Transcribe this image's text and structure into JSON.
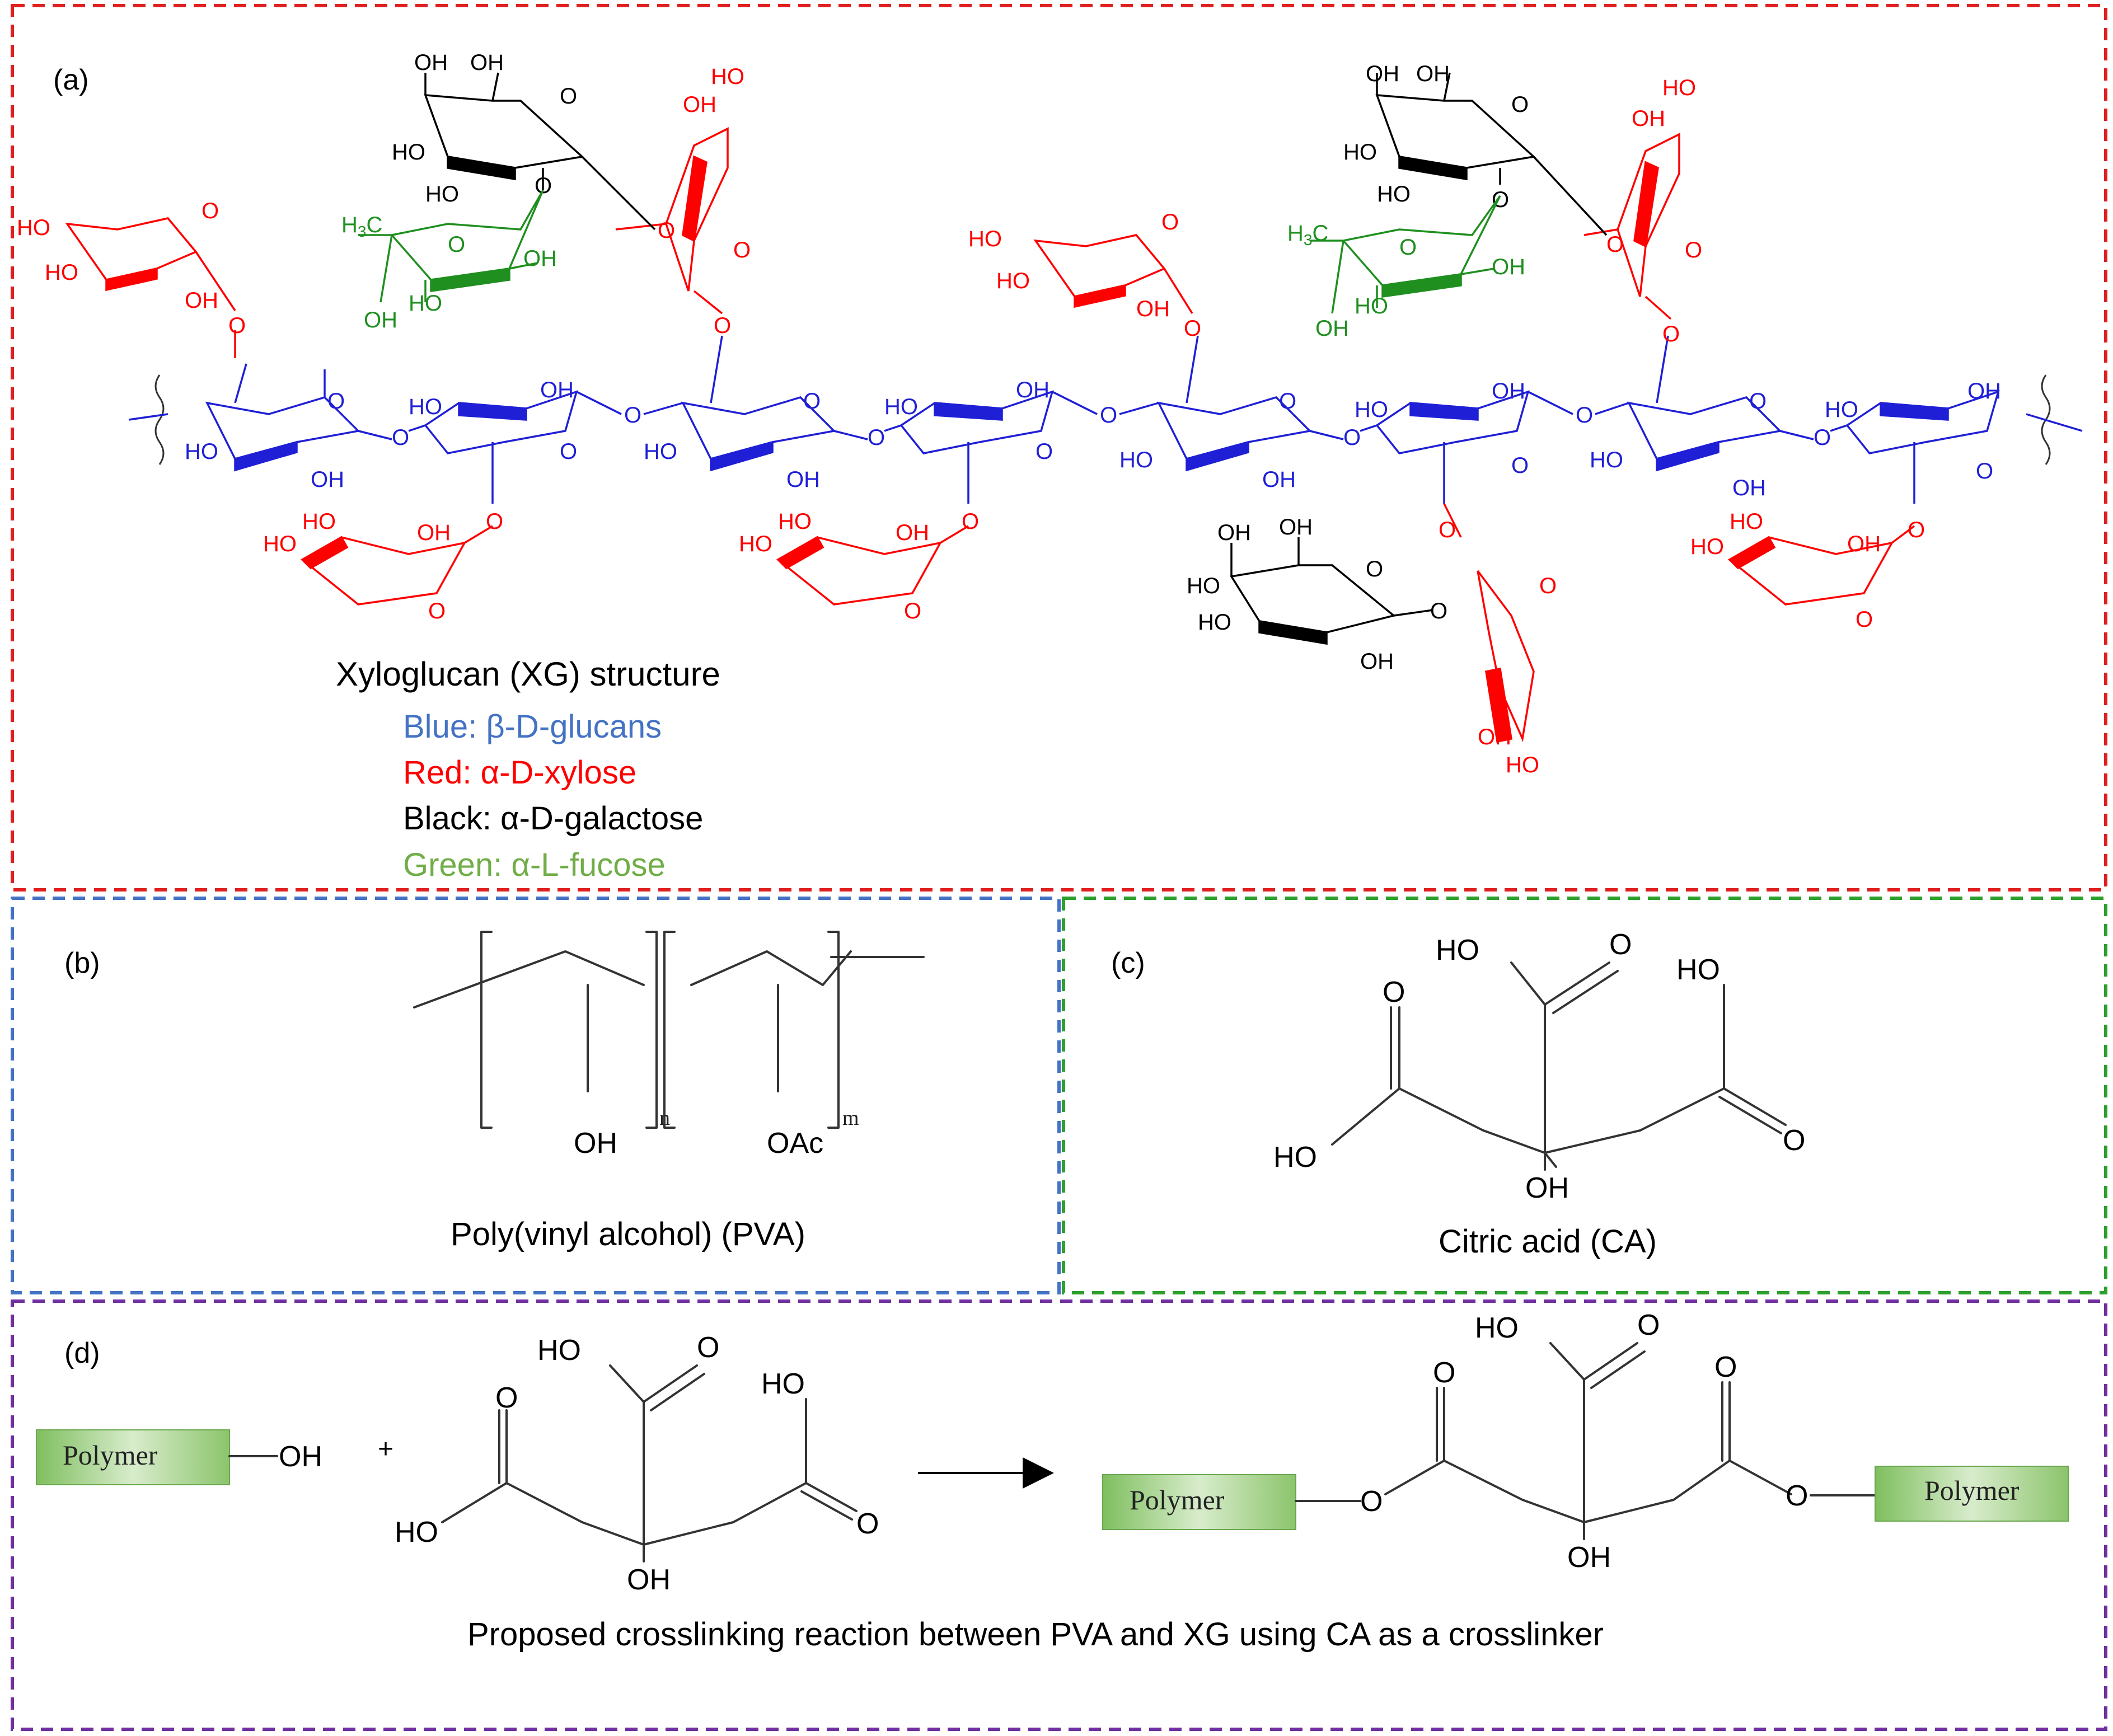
{
  "panels": {
    "a": {
      "label": "(a)",
      "legend_title": "Xyloglucan (XG) structure",
      "legend": [
        {
          "text": "Blue: β-D-glucans",
          "color": "#4472c4"
        },
        {
          "text": "Red: α-D-xylose",
          "color": "#ff0000"
        },
        {
          "text": "Black: α-D-galactose",
          "color": "#000000"
        },
        {
          "text": "Green: α-L-fucose",
          "color": "#70ad47"
        }
      ],
      "border_color": "#e02020"
    },
    "b": {
      "label": "(b)",
      "caption": "Poly(vinyl alcohol) (PVA)",
      "oh": "OH",
      "oac": "OAc",
      "n": "n",
      "m": "m",
      "border_color": "#4472c4"
    },
    "c": {
      "label": "(c)",
      "caption": "Citric acid (CA)",
      "border_color": "#2ca02c"
    },
    "d": {
      "label": "(d)",
      "polymer": "Polymer",
      "plus": "+",
      "caption": "Proposed crosslinking reaction between PVA and XG using CA as a crosslinker",
      "border_color": "#7030a0"
    }
  },
  "atoms": {
    "ho": "HO",
    "oh": "OH",
    "o": "O",
    "h3c": "H3C",
    "h": "H",
    "sub3": "3",
    "c": "C"
  },
  "colors": {
    "glucan": "#1f1fd6",
    "xylose": "#ff0000",
    "galactose": "#000000",
    "fucose": "#1f8f1f"
  }
}
